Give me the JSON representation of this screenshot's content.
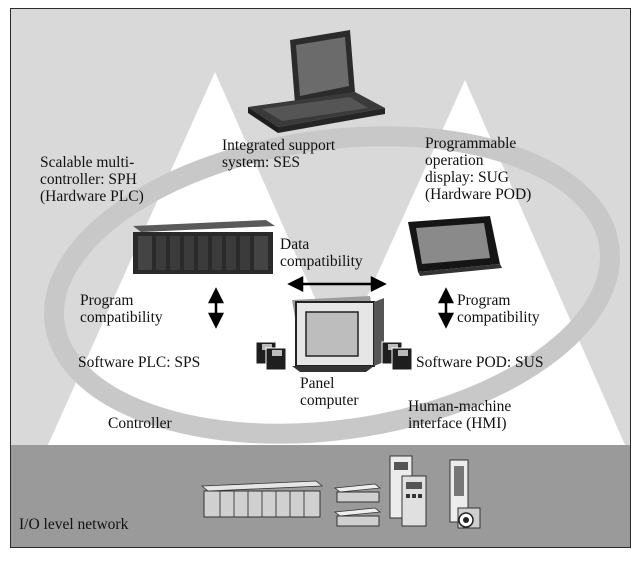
{
  "labels": {
    "integrated_support": "Integrated support\nsystem: SES",
    "scalable_multi": "Scalable multi-\ncontroller: SPH\n(Hardware PLC)",
    "programmable_operation": "Programmable\noperation\ndisplay: SUG\n(Hardware POD)",
    "data_compat": "Data\ncompatibility",
    "program_compat_left": "Program\ncompatibility",
    "program_compat_right": "Program\ncompatibility",
    "software_plc": "Software PLC: SPS",
    "software_pod": "Software POD: SUS",
    "panel_computer": "Panel\ncomputer",
    "controller": "Controller",
    "hmi": "Human-machine\ninterface (HMI)",
    "io_network": "I/O level network"
  },
  "colors": {
    "background": "#d9d9d9",
    "triangle": "#ffffff",
    "network_band": "#9a9a9a",
    "ellipse": "#c9c9c9"
  }
}
